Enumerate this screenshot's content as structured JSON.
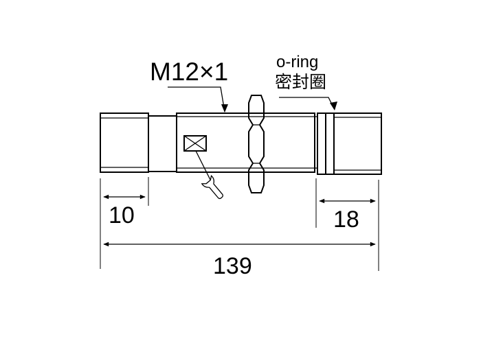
{
  "labels": {
    "thread": "M12×1",
    "oring_en": "o-ring",
    "oring_cn": "密封圈"
  },
  "dimensions": {
    "left_segment": "10",
    "right_segment": "18",
    "overall_length": "139"
  },
  "icons": {
    "indicator": "led-indicator-icon",
    "tool": "wrench-icon"
  },
  "colors": {
    "stroke": "#000000",
    "background": "#ffffff"
  }
}
